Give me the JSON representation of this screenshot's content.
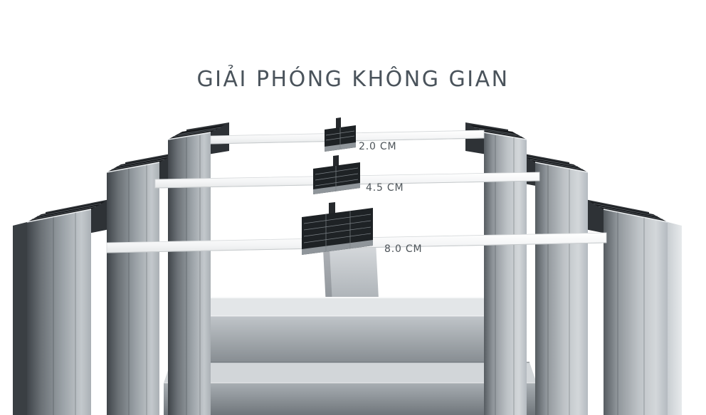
{
  "title": {
    "text": "GIẢI PHÓNG KHÔNG GIAN"
  },
  "diagram": {
    "description": "aluminum-window-profile-depth-comparison",
    "measurements": [
      {
        "id": "top",
        "label": "2.0 CM"
      },
      {
        "id": "middle",
        "label": "4.5 CM"
      },
      {
        "id": "bottom",
        "label": "8.0 CM"
      }
    ],
    "colors": {
      "background": "#ffffff",
      "title_text": "#4a535b",
      "label_text": "#4d5459",
      "profile_metal_dark": "#3f4449",
      "profile_metal_light": "#c3c8cc",
      "profile_cut_face": "#1e2225",
      "glass_pane": "#ffffff"
    }
  }
}
